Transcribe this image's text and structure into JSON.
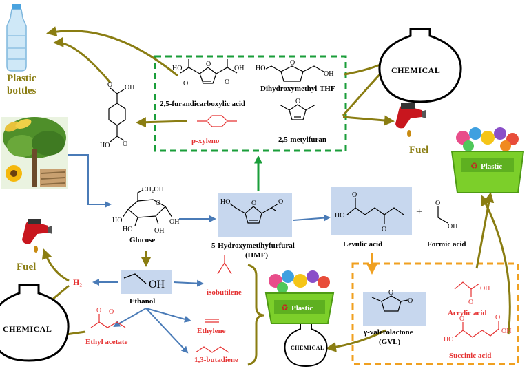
{
  "colors": {
    "olive": "#8a7d12",
    "blue": "#4a7bb7",
    "green": "#1a9e3a",
    "orange": "#f0a020",
    "red": "#e53232",
    "highlight": "#c7d7ee",
    "basket": "#7ccf2a"
  },
  "labels": {
    "plastic_bottles_1": "Plastic",
    "plastic_bottles_2": "bottles",
    "fdca": "2,5-furandicarboxylic acid",
    "dhm_thf": "Dihydroxymethyl-THF",
    "pxylene": "p-xyleno",
    "dmf": "2,5-metylfuran",
    "chemical": "CHEMICAL",
    "fuel": "Fuel",
    "plastic": "Plastic",
    "glucose": "Glucose",
    "hmf_1": "5-Hydroxymetihyfurfural",
    "hmf_2": "(HMF)",
    "levulinic": "Levulic acid",
    "plus": "+",
    "formic": "Formic acid",
    "ethanol": "Ethanol",
    "h2": "H₂",
    "isobutilene": "isobutilene",
    "ethylene": "Ethylene",
    "butadiene": "1,3-butadiene",
    "ethyl_acetate": "Ethyl acetate",
    "gvl_1": "γ-valerolactone",
    "gvl_2": "(GVL)",
    "acrylic": "Acrylic acid",
    "succinic": "Succinic acid"
  },
  "atoms": {
    "oh": "OH",
    "ho": "HO",
    "o": "O",
    "ch2oh": "CH₂OH"
  },
  "icons": [
    "plastic-bottle-icon",
    "biomass-icon",
    "fuel-pump-icon",
    "chemical-flask-icon",
    "plastic-basket-icon",
    "recycle-icon"
  ]
}
